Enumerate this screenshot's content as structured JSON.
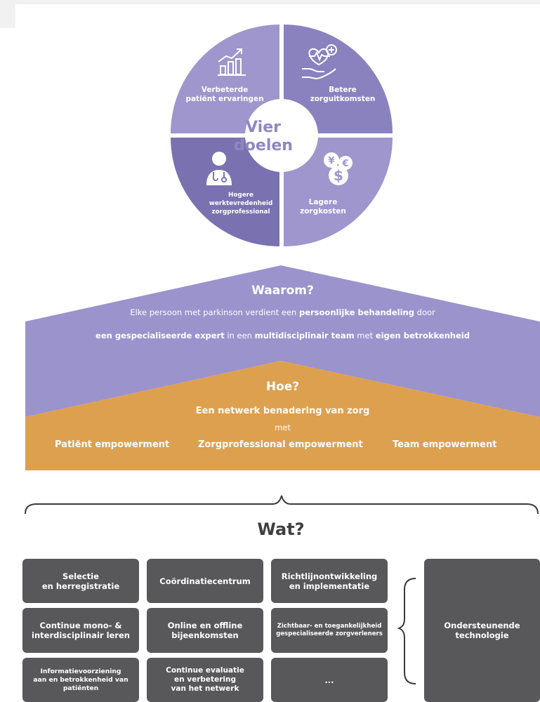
{
  "goals": {
    "center": [
      "Vier",
      "doelen"
    ],
    "quadrants": [
      {
        "id": "patient",
        "lines": [
          "Verbeterde",
          "patiënt ervaringen"
        ],
        "icon": "rising-bar-chart-icon",
        "color": "#9e96cc"
      },
      {
        "id": "outcomes",
        "lines": [
          "Betere",
          "zorguitkomsten"
        ],
        "icon": "heart-in-hand-icon",
        "color": "#8a82bf"
      },
      {
        "id": "professional",
        "lines": [
          "Hogere",
          "werktevredenheid",
          "zorgprofessional"
        ],
        "icon": "doctor-icon",
        "color": "#7a72b0"
      },
      {
        "id": "costs",
        "lines": [
          "Lagere",
          "zorgkosten"
        ],
        "icon": "currency-coins-icon",
        "color": "#9e96cc"
      }
    ]
  },
  "waarom": {
    "title": "Waarom?",
    "line1": [
      {
        "text": "Elke persoon met parkinson verdient een ",
        "bold": false
      },
      {
        "text": "persoonlijke behandeling",
        "bold": true
      },
      {
        "text": " door",
        "bold": false
      }
    ],
    "line2": [
      {
        "text": "een gespecialiseerde expert",
        "bold": true
      },
      {
        "text": " in een ",
        "bold": false
      },
      {
        "text": "multidisciplinair team",
        "bold": true
      },
      {
        "text": " met ",
        "bold": false
      },
      {
        "text": "eigen betrokkenheid",
        "bold": true
      }
    ],
    "color": "#9b93cc"
  },
  "hoe": {
    "title": "Hoe?",
    "subtitle": "Een netwerk benadering van zorg",
    "connector": "met",
    "empowerments": [
      "Patiënt empowerment",
      "Zorgprofessional empowerment",
      "Team empowerment"
    ],
    "color": "#dda04e"
  },
  "wat": {
    "title": "Wat?",
    "boxes": [
      [
        "Selectie",
        "en herregistratie"
      ],
      [
        "Coördinatiecentrum"
      ],
      [
        "Richtlijnontwikkeling",
        "en implementatie"
      ],
      [
        "Continue mono- &",
        "interdisciplinair leren"
      ],
      [
        "Online en offline",
        "bijeenkomsten"
      ],
      [
        "Zichtbaar- en toegankelijkheid",
        "gespecialiseerde zorgverleners"
      ],
      [
        "Informatievoorziening",
        "aan en betrokkenheid van",
        "patiënten"
      ],
      [
        "Continue evaluatie",
        "en verbetering",
        "van het netwerk"
      ],
      [
        "..."
      ]
    ],
    "support": [
      "Ondersteunende",
      "technologie"
    ],
    "box_color": "#58585a"
  }
}
